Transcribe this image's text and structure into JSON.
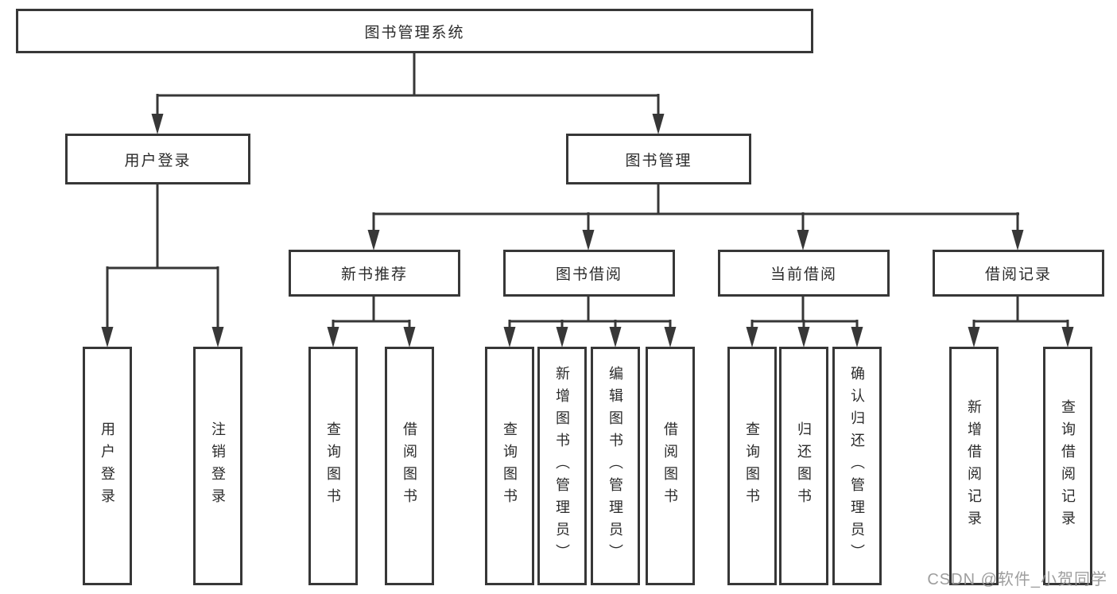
{
  "tree": {
    "root": "图书管理系统",
    "branches": {
      "user_login": "用户登录",
      "book_management": "图书管理"
    },
    "modules": {
      "new_book_recommend": "新书推荐",
      "book_borrowing": "图书借阅",
      "current_borrowing": "当前借阅",
      "borrowing_records": "借阅记录"
    },
    "leaves": {
      "login": "用户登录",
      "logout": "注销登录",
      "rec_query_books": "查询图书",
      "rec_borrow_books": "借阅图书",
      "bor_query_books": "查询图书",
      "bor_add_books": "新增图书（管理员）",
      "bor_edit_books": "编辑图书（管理员）",
      "bor_borrow_books": "借阅图书",
      "cur_query_books": "查询图书",
      "cur_return_books": "归还图书",
      "cur_confirm_return": "确认归还（管理员）",
      "log_add_record": "新增借阅记录",
      "log_query_record": "查询借阅记录"
    }
  },
  "watermark": "CSDN @软件_小贺同学",
  "colors": {
    "line": "#373737",
    "box_border": "#373737",
    "text": "#2b2b2b",
    "watermark": "#969696"
  }
}
